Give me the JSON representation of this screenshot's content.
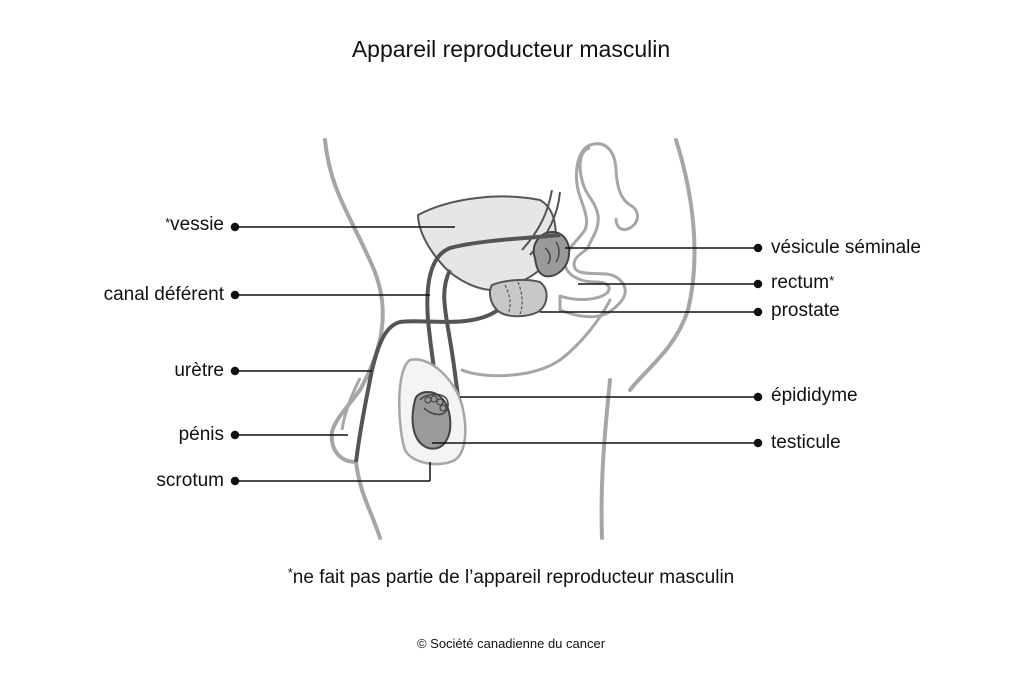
{
  "title": "Appareil reproducteur masculin",
  "labels": {
    "vessie": "vessie",
    "canal_deferent": "canal déférent",
    "uretre": "urètre",
    "penis": "pénis",
    "scrotum": "scrotum",
    "vesicule_seminale": "vésicule séminale",
    "rectum": "rectum",
    "prostate": "prostate",
    "epididyme": "épididyme",
    "testicule": "testicule",
    "asterisk": "*"
  },
  "footnote": {
    "asterisk": "*",
    "text": "ne fait pas partie de l’appareil reproducteur masculin"
  },
  "credit": "© Société canadienne du cancer",
  "colors": {
    "body_outline": "#a6a6a6",
    "organ_fill": "#e6e6e6",
    "prostate_fill": "#c8c8c8",
    "testicle_fill": "#9a9a9a",
    "line": "#111111"
  }
}
